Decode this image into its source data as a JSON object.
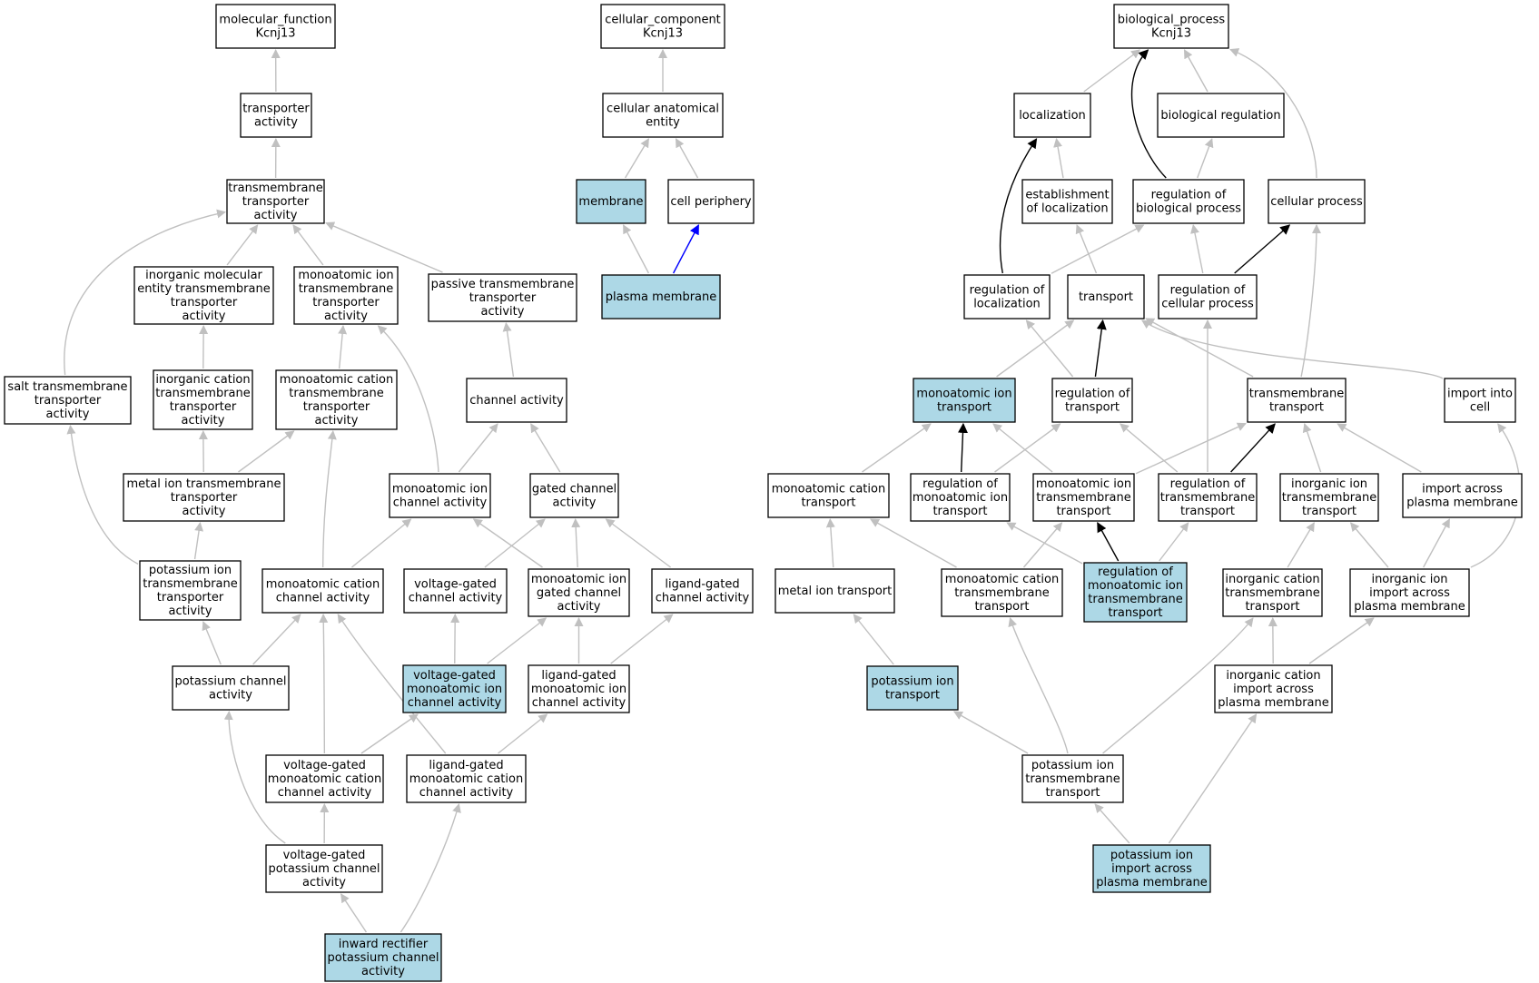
{
  "colors": {
    "highlight_fill": "#add8e6",
    "default_fill": "#ffffff",
    "grey_edge": "#c0c0c0",
    "black_edge": "#000000",
    "blue_edge": "#0000ff"
  },
  "nodes": [
    {
      "id": "mf_root",
      "lines": [
        "molecular_function",
        "Kcnj13"
      ],
      "highlight": false
    },
    {
      "id": "transporter_activity",
      "lines": [
        "transporter",
        "activity"
      ],
      "highlight": false
    },
    {
      "id": "tm_transporter_activity",
      "lines": [
        "transmembrane",
        "transporter",
        "activity"
      ],
      "highlight": false
    },
    {
      "id": "inorg_mol_entity_tm",
      "lines": [
        "inorganic molecular",
        "entity transmembrane",
        "transporter",
        "activity"
      ],
      "highlight": false
    },
    {
      "id": "monoatomic_ion_tm_transporter",
      "lines": [
        "monoatomic ion",
        "transmembrane",
        "transporter",
        "activity"
      ],
      "highlight": false
    },
    {
      "id": "passive_tm_transporter",
      "lines": [
        "passive transmembrane",
        "transporter",
        "activity"
      ],
      "highlight": false
    },
    {
      "id": "salt_tm_transporter",
      "lines": [
        "salt transmembrane",
        "transporter",
        "activity"
      ],
      "highlight": false
    },
    {
      "id": "inorg_cation_tm_transporter",
      "lines": [
        "inorganic cation",
        "transmembrane",
        "transporter",
        "activity"
      ],
      "highlight": false
    },
    {
      "id": "monoatomic_cation_tm_transporter",
      "lines": [
        "monoatomic cation",
        "transmembrane",
        "transporter",
        "activity"
      ],
      "highlight": false
    },
    {
      "id": "channel_activity",
      "lines": [
        "channel activity"
      ],
      "highlight": false
    },
    {
      "id": "metal_ion_tm_transporter",
      "lines": [
        "metal ion transmembrane",
        "transporter",
        "activity"
      ],
      "highlight": false
    },
    {
      "id": "monoatomic_ion_channel",
      "lines": [
        "monoatomic ion",
        "channel activity"
      ],
      "highlight": false
    },
    {
      "id": "gated_channel",
      "lines": [
        "gated channel",
        "activity"
      ],
      "highlight": false
    },
    {
      "id": "potassium_ion_tm_transporter",
      "lines": [
        "potassium ion",
        "transmembrane",
        "transporter",
        "activity"
      ],
      "highlight": false
    },
    {
      "id": "monoatomic_cation_channel",
      "lines": [
        "monoatomic cation",
        "channel activity"
      ],
      "highlight": false
    },
    {
      "id": "voltage_gated_channel",
      "lines": [
        "voltage-gated",
        "channel activity"
      ],
      "highlight": false
    },
    {
      "id": "monoatomic_ion_gated_channel",
      "lines": [
        "monoatomic ion",
        "gated channel",
        "activity"
      ],
      "highlight": false
    },
    {
      "id": "ligand_gated_channel",
      "lines": [
        "ligand-gated",
        "channel activity"
      ],
      "highlight": false
    },
    {
      "id": "potassium_channel",
      "lines": [
        "potassium channel",
        "activity"
      ],
      "highlight": false
    },
    {
      "id": "vg_monoatomic_ion_channel",
      "lines": [
        "voltage-gated",
        "monoatomic ion",
        "channel activity"
      ],
      "highlight": true
    },
    {
      "id": "lg_monoatomic_ion_channel",
      "lines": [
        "ligand-gated",
        "monoatomic ion",
        "channel activity"
      ],
      "highlight": false
    },
    {
      "id": "vg_monoatomic_cation_channel",
      "lines": [
        "voltage-gated",
        "monoatomic cation",
        "channel activity"
      ],
      "highlight": false
    },
    {
      "id": "lg_monoatomic_cation_channel",
      "lines": [
        "ligand-gated",
        "monoatomic cation",
        "channel activity"
      ],
      "highlight": false
    },
    {
      "id": "vg_potassium_channel",
      "lines": [
        "voltage-gated",
        "potassium channel",
        "activity"
      ],
      "highlight": false
    },
    {
      "id": "inward_rectifier",
      "lines": [
        "inward rectifier",
        "potassium channel",
        "activity"
      ],
      "highlight": true
    },
    {
      "id": "cc_root",
      "lines": [
        "cellular_component",
        "Kcnj13"
      ],
      "highlight": false
    },
    {
      "id": "cellular_anatomical_entity",
      "lines": [
        "cellular anatomical",
        "entity"
      ],
      "highlight": false
    },
    {
      "id": "membrane",
      "lines": [
        "membrane"
      ],
      "highlight": true
    },
    {
      "id": "cell_periphery",
      "lines": [
        "cell periphery"
      ],
      "highlight": false
    },
    {
      "id": "plasma_membrane",
      "lines": [
        "plasma membrane"
      ],
      "highlight": true
    },
    {
      "id": "bp_root",
      "lines": [
        "biological_process",
        "Kcnj13"
      ],
      "highlight": false
    },
    {
      "id": "localization",
      "lines": [
        "localization"
      ],
      "highlight": false
    },
    {
      "id": "biological_regulation",
      "lines": [
        "biological regulation"
      ],
      "highlight": false
    },
    {
      "id": "establishment_localization",
      "lines": [
        "establishment",
        "of localization"
      ],
      "highlight": false
    },
    {
      "id": "regulation_biological_process",
      "lines": [
        "regulation of",
        "biological process"
      ],
      "highlight": false
    },
    {
      "id": "cellular_process",
      "lines": [
        "cellular process"
      ],
      "highlight": false
    },
    {
      "id": "regulation_localization",
      "lines": [
        "regulation of",
        "localization"
      ],
      "highlight": false
    },
    {
      "id": "transport",
      "lines": [
        "transport"
      ],
      "highlight": false
    },
    {
      "id": "regulation_cellular_process",
      "lines": [
        "regulation of",
        "cellular process"
      ],
      "highlight": false
    },
    {
      "id": "monoatomic_ion_transport",
      "lines": [
        "monoatomic ion",
        "transport"
      ],
      "highlight": true
    },
    {
      "id": "regulation_transport",
      "lines": [
        "regulation of",
        "transport"
      ],
      "highlight": false
    },
    {
      "id": "transmembrane_transport",
      "lines": [
        "transmembrane",
        "transport"
      ],
      "highlight": false
    },
    {
      "id": "import_into_cell",
      "lines": [
        "import into",
        "cell"
      ],
      "highlight": false
    },
    {
      "id": "monoatomic_cation_transport",
      "lines": [
        "monoatomic cation",
        "transport"
      ],
      "highlight": false
    },
    {
      "id": "regulation_monoatomic_ion_transport",
      "lines": [
        "regulation of",
        "monoatomic ion",
        "transport"
      ],
      "highlight": false
    },
    {
      "id": "monoatomic_ion_tm_transport",
      "lines": [
        "monoatomic ion",
        "transmembrane",
        "transport"
      ],
      "highlight": false
    },
    {
      "id": "regulation_tm_transport",
      "lines": [
        "regulation of",
        "transmembrane",
        "transport"
      ],
      "highlight": false
    },
    {
      "id": "inorganic_ion_tm_transport",
      "lines": [
        "inorganic ion",
        "transmembrane",
        "transport"
      ],
      "highlight": false
    },
    {
      "id": "import_across_pm",
      "lines": [
        "import across",
        "plasma membrane"
      ],
      "highlight": false
    },
    {
      "id": "metal_ion_transport",
      "lines": [
        "metal ion transport"
      ],
      "highlight": false
    },
    {
      "id": "monoatomic_cation_tm_transport",
      "lines": [
        "monoatomic cation",
        "transmembrane",
        "transport"
      ],
      "highlight": false
    },
    {
      "id": "reg_monoatomic_ion_tm_transport",
      "lines": [
        "regulation of",
        "monoatomic ion",
        "transmembrane",
        "transport"
      ],
      "highlight": true
    },
    {
      "id": "inorganic_cation_tm_transport",
      "lines": [
        "inorganic cation",
        "transmembrane",
        "transport"
      ],
      "highlight": false
    },
    {
      "id": "inorganic_ion_import_pm",
      "lines": [
        "inorganic ion",
        "import across",
        "plasma membrane"
      ],
      "highlight": false
    },
    {
      "id": "potassium_ion_transport",
      "lines": [
        "potassium ion",
        "transport"
      ],
      "highlight": true
    },
    {
      "id": "inorganic_cation_import_pm",
      "lines": [
        "inorganic cation",
        "import across",
        "plasma membrane"
      ],
      "highlight": false
    },
    {
      "id": "potassium_ion_tm_transport",
      "lines": [
        "potassium ion",
        "transmembrane",
        "transport"
      ],
      "highlight": false
    },
    {
      "id": "potassium_ion_import_pm",
      "lines": [
        "potassium ion",
        "import across",
        "plasma membrane"
      ],
      "highlight": true
    }
  ],
  "edges": [
    {
      "from": "transporter_activity",
      "to": "mf_root",
      "type": "grey"
    },
    {
      "from": "tm_transporter_activity",
      "to": "transporter_activity",
      "type": "grey"
    },
    {
      "from": "inorg_mol_entity_tm",
      "to": "tm_transporter_activity",
      "type": "grey"
    },
    {
      "from": "monoatomic_ion_tm_transporter",
      "to": "tm_transporter_activity",
      "type": "grey"
    },
    {
      "from": "passive_tm_transporter",
      "to": "tm_transporter_activity",
      "type": "grey"
    },
    {
      "from": "salt_tm_transporter",
      "to": "tm_transporter_activity",
      "type": "grey"
    },
    {
      "from": "inorg_cation_tm_transporter",
      "to": "inorg_mol_entity_tm",
      "type": "grey"
    },
    {
      "from": "monoatomic_cation_tm_transporter",
      "to": "monoatomic_ion_tm_transporter",
      "type": "grey"
    },
    {
      "from": "channel_activity",
      "to": "passive_tm_transporter",
      "type": "grey"
    },
    {
      "from": "metal_ion_tm_transporter",
      "to": "inorg_cation_tm_transporter",
      "type": "grey"
    },
    {
      "from": "metal_ion_tm_transporter",
      "to": "monoatomic_cation_tm_transporter",
      "type": "grey"
    },
    {
      "from": "monoatomic_ion_channel",
      "to": "monoatomic_ion_tm_transporter",
      "type": "grey"
    },
    {
      "from": "monoatomic_ion_channel",
      "to": "channel_activity",
      "type": "grey"
    },
    {
      "from": "gated_channel",
      "to": "channel_activity",
      "type": "grey"
    },
    {
      "from": "potassium_ion_tm_transporter",
      "to": "metal_ion_tm_transporter",
      "type": "grey"
    },
    {
      "from": "potassium_ion_tm_transporter",
      "to": "salt_tm_transporter",
      "type": "grey"
    },
    {
      "from": "monoatomic_cation_channel",
      "to": "monoatomic_cation_tm_transporter",
      "type": "grey"
    },
    {
      "from": "monoatomic_cation_channel",
      "to": "monoatomic_ion_channel",
      "type": "grey"
    },
    {
      "from": "voltage_gated_channel",
      "to": "gated_channel",
      "type": "grey"
    },
    {
      "from": "monoatomic_ion_gated_channel",
      "to": "gated_channel",
      "type": "grey"
    },
    {
      "from": "monoatomic_ion_gated_channel",
      "to": "monoatomic_ion_channel",
      "type": "grey"
    },
    {
      "from": "ligand_gated_channel",
      "to": "gated_channel",
      "type": "grey"
    },
    {
      "from": "potassium_channel",
      "to": "potassium_ion_tm_transporter",
      "type": "grey"
    },
    {
      "from": "potassium_channel",
      "to": "monoatomic_cation_channel",
      "type": "grey"
    },
    {
      "from": "vg_monoatomic_ion_channel",
      "to": "voltage_gated_channel",
      "type": "grey"
    },
    {
      "from": "vg_monoatomic_ion_channel",
      "to": "monoatomic_ion_gated_channel",
      "type": "grey"
    },
    {
      "from": "lg_monoatomic_ion_channel",
      "to": "monoatomic_ion_gated_channel",
      "type": "grey"
    },
    {
      "from": "lg_monoatomic_ion_channel",
      "to": "ligand_gated_channel",
      "type": "grey"
    },
    {
      "from": "vg_monoatomic_cation_channel",
      "to": "monoatomic_cation_channel",
      "type": "grey"
    },
    {
      "from": "vg_monoatomic_cation_channel",
      "to": "vg_monoatomic_ion_channel",
      "type": "grey"
    },
    {
      "from": "lg_monoatomic_cation_channel",
      "to": "monoatomic_cation_channel",
      "type": "grey"
    },
    {
      "from": "lg_monoatomic_cation_channel",
      "to": "lg_monoatomic_ion_channel",
      "type": "grey"
    },
    {
      "from": "vg_potassium_channel",
      "to": "vg_monoatomic_cation_channel",
      "type": "grey"
    },
    {
      "from": "vg_potassium_channel",
      "to": "potassium_channel",
      "type": "grey"
    },
    {
      "from": "inward_rectifier",
      "to": "vg_potassium_channel",
      "type": "grey"
    },
    {
      "from": "inward_rectifier",
      "to": "lg_monoatomic_cation_channel",
      "type": "grey"
    },
    {
      "from": "cellular_anatomical_entity",
      "to": "cc_root",
      "type": "grey"
    },
    {
      "from": "membrane",
      "to": "cellular_anatomical_entity",
      "type": "grey"
    },
    {
      "from": "cell_periphery",
      "to": "cellular_anatomical_entity",
      "type": "grey"
    },
    {
      "from": "plasma_membrane",
      "to": "membrane",
      "type": "grey"
    },
    {
      "from": "plasma_membrane",
      "to": "cell_periphery",
      "type": "blue"
    },
    {
      "from": "localization",
      "to": "bp_root",
      "type": "grey"
    },
    {
      "from": "biological_regulation",
      "to": "bp_root",
      "type": "grey"
    },
    {
      "from": "cellular_process",
      "to": "bp_root",
      "type": "grey"
    },
    {
      "from": "regulation_biological_process",
      "to": "bp_root",
      "type": "black"
    },
    {
      "from": "establishment_localization",
      "to": "localization",
      "type": "grey"
    },
    {
      "from": "regulation_biological_process",
      "to": "biological_regulation",
      "type": "grey"
    },
    {
      "from": "regulation_localization",
      "to": "localization",
      "type": "black"
    },
    {
      "from": "regulation_localization",
      "to": "regulation_biological_process",
      "type": "grey"
    },
    {
      "from": "transport",
      "to": "establishment_localization",
      "type": "grey"
    },
    {
      "from": "regulation_cellular_process",
      "to": "regulation_biological_process",
      "type": "grey"
    },
    {
      "from": "regulation_cellular_process",
      "to": "cellular_process",
      "type": "black"
    },
    {
      "from": "monoatomic_ion_transport",
      "to": "transport",
      "type": "grey"
    },
    {
      "from": "regulation_transport",
      "to": "transport",
      "type": "black"
    },
    {
      "from": "regulation_transport",
      "to": "regulation_localization",
      "type": "grey"
    },
    {
      "from": "transmembrane_transport",
      "to": "transport",
      "type": "grey"
    },
    {
      "from": "transmembrane_transport",
      "to": "cellular_process",
      "type": "grey"
    },
    {
      "from": "import_into_cell",
      "to": "transport",
      "type": "grey"
    },
    {
      "from": "monoatomic_cation_transport",
      "to": "monoatomic_ion_transport",
      "type": "grey"
    },
    {
      "from": "regulation_monoatomic_ion_transport",
      "to": "monoatomic_ion_transport",
      "type": "black"
    },
    {
      "from": "regulation_monoatomic_ion_transport",
      "to": "regulation_transport",
      "type": "grey"
    },
    {
      "from": "monoatomic_ion_tm_transport",
      "to": "monoatomic_ion_transport",
      "type": "grey"
    },
    {
      "from": "monoatomic_ion_tm_transport",
      "to": "transmembrane_transport",
      "type": "grey"
    },
    {
      "from": "regulation_tm_transport",
      "to": "regulation_transport",
      "type": "grey"
    },
    {
      "from": "regulation_tm_transport",
      "to": "transmembrane_transport",
      "type": "black"
    },
    {
      "from": "regulation_tm_transport",
      "to": "regulation_cellular_process",
      "type": "grey"
    },
    {
      "from": "inorganic_ion_tm_transport",
      "to": "transmembrane_transport",
      "type": "grey"
    },
    {
      "from": "import_across_pm",
      "to": "transmembrane_transport",
      "type": "grey"
    },
    {
      "from": "metal_ion_transport",
      "to": "monoatomic_cation_transport",
      "type": "grey"
    },
    {
      "from": "monoatomic_cation_tm_transport",
      "to": "monoatomic_cation_transport",
      "type": "grey"
    },
    {
      "from": "monoatomic_cation_tm_transport",
      "to": "monoatomic_ion_tm_transport",
      "type": "grey"
    },
    {
      "from": "reg_monoatomic_ion_tm_transport",
      "to": "regulation_monoatomic_ion_transport",
      "type": "grey"
    },
    {
      "from": "reg_monoatomic_ion_tm_transport",
      "to": "monoatomic_ion_tm_transport",
      "type": "black"
    },
    {
      "from": "reg_monoatomic_ion_tm_transport",
      "to": "regulation_tm_transport",
      "type": "grey"
    },
    {
      "from": "inorganic_cation_tm_transport",
      "to": "inorganic_ion_tm_transport",
      "type": "grey"
    },
    {
      "from": "inorganic_ion_import_pm",
      "to": "inorganic_ion_tm_transport",
      "type": "grey"
    },
    {
      "from": "inorganic_ion_import_pm",
      "to": "import_across_pm",
      "type": "grey"
    },
    {
      "from": "inorganic_ion_import_pm",
      "to": "import_into_cell",
      "type": "grey"
    },
    {
      "from": "potassium_ion_transport",
      "to": "metal_ion_transport",
      "type": "grey"
    },
    {
      "from": "inorganic_cation_import_pm",
      "to": "inorganic_cation_tm_transport",
      "type": "grey"
    },
    {
      "from": "inorganic_cation_import_pm",
      "to": "inorganic_ion_import_pm",
      "type": "grey"
    },
    {
      "from": "potassium_ion_tm_transport",
      "to": "potassium_ion_transport",
      "type": "grey"
    },
    {
      "from": "potassium_ion_tm_transport",
      "to": "monoatomic_cation_tm_transport",
      "type": "grey"
    },
    {
      "from": "potassium_ion_tm_transport",
      "to": "inorganic_cation_tm_transport",
      "type": "grey"
    },
    {
      "from": "potassium_ion_import_pm",
      "to": "potassium_ion_tm_transport",
      "type": "grey"
    },
    {
      "from": "potassium_ion_import_pm",
      "to": "inorganic_cation_import_pm",
      "type": "grey"
    }
  ]
}
